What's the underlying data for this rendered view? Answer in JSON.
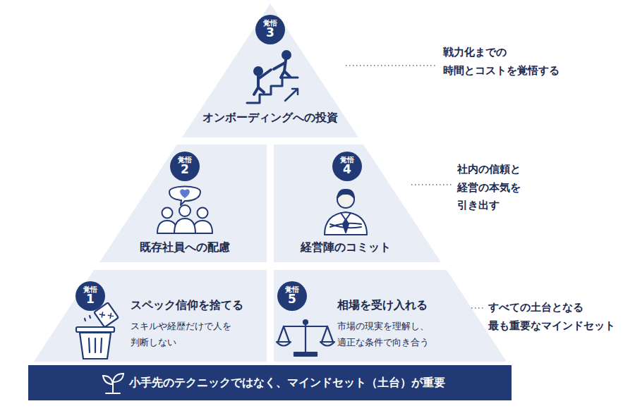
{
  "diagram": {
    "nodes": [
      {
        "text": [
          "オンボーディングへの投資"
        ]
      },
      {
        "text": [
          "覚悟",
          "3"
        ],
        "in": 0
      },
      {
        "text": [
          "既存社員への配慮"
        ]
      },
      {
        "text": [
          "覚悟",
          "2"
        ],
        "in": 2
      },
      {
        "text": [
          "経営陣のコミット"
        ]
      },
      {
        "text": [
          "覚悟",
          "4"
        ],
        "in": 4
      },
      {
        "text": [
          "スペック信仰を捨てる",
          "スキルや経歴だけで人を 判断しない"
        ]
      },
      {
        "text": [
          "覚悟",
          "1"
        ],
        "in": 6
      },
      {
        "text": [
          "相場を受け入れる",
          "市場の現実を理解し、 適正な条件で向き合う"
        ]
      },
      {
        "text": [
          "覚悟",
          "5"
        ],
        "in": 8
      },
      {
        "text": [
          "小手先のテクニックではなく、マインドセット（土台）が重要"
        ]
      }
    ],
    "labels": [
      "戦力化までの 時間とコストを覚悟する",
      "社内の信頼と 経営の本気を 引き出す",
      "すべての土台となる 最も重要なマインドセット"
    ]
  }
}
